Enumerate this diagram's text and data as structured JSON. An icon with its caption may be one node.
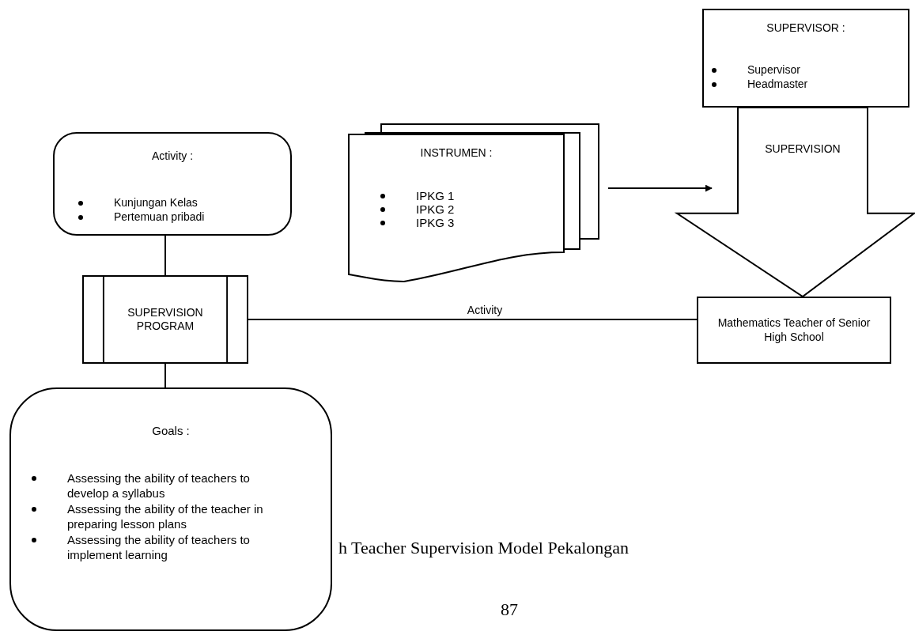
{
  "diagram": {
    "caption": "h Teacher Supervision Model Pekalongan",
    "nodes": [
      {
        "text": [
          "Activity :",
          "Kunjungan Kelas",
          "Pertemuan pribadi"
        ]
      },
      {
        "text": [
          "SUPERVISION PROGRAM"
        ]
      },
      {
        "text": [
          "Goals :",
          "Assessing the ability of teachers to develop a syllabus",
          "Assessing the ability of the teacher in preparing lesson plans",
          "Assessing the ability of teachers to implement learning"
        ]
      },
      {
        "text": [
          "INSTRUMEN :",
          "IPKG 1",
          "IPKG 2",
          "IPKG 3"
        ]
      },
      {
        "text": [
          "SUPERVISOR :",
          "Supervisor",
          "Headmaster"
        ]
      },
      {
        "text": [
          "Mathematics Teacher of Senior High School"
        ]
      }
    ],
    "edges": [
      {
        "from": 0,
        "to": 1,
        "arrow": "none"
      },
      {
        "from": 1,
        "to": 2,
        "arrow": "none"
      },
      {
        "from": 1,
        "to": 5,
        "arrow": "none",
        "label": "Activity"
      },
      {
        "from": 3,
        "to": null,
        "arrow": "to"
      },
      {
        "from": 4,
        "to": 5,
        "arrow": "to",
        "label": "SUPERVISION",
        "style": "thick"
      }
    ],
    "labels": [
      "87"
    ]
  }
}
